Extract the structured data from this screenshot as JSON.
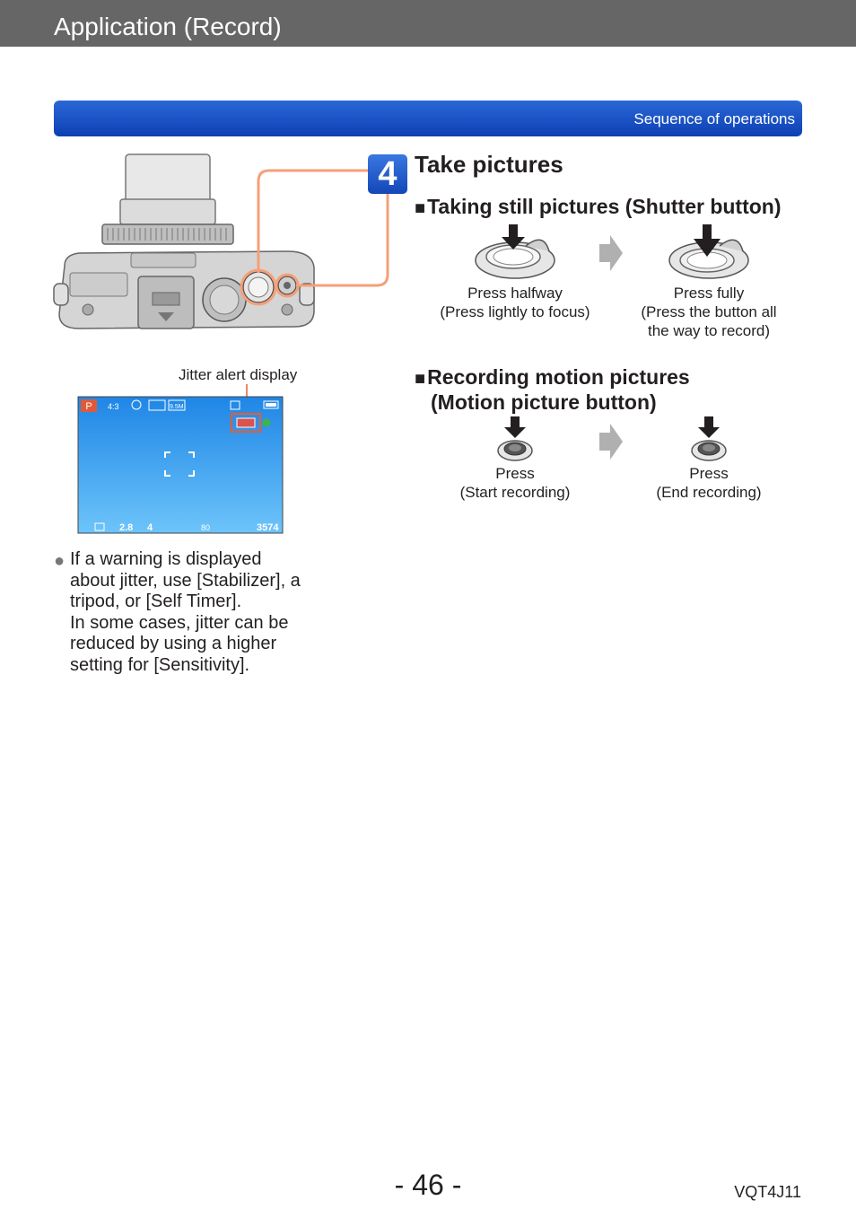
{
  "header": {
    "title": "Application (Record)",
    "color": "#666666"
  },
  "sequence_bar": {
    "label": "Sequence of operations",
    "color": "#1a4fc4"
  },
  "left": {
    "jitter_label": "Jitter alert display",
    "lcd": {
      "mode": "P",
      "aspect": "4:3",
      "size": "9.5M",
      "bottom_left": "2.8",
      "bottom_mid": "4",
      "iso": "80",
      "shots": "3574"
    },
    "note": {
      "lines": [
        "If a warning is displayed",
        "about jitter, use [Stabilizer], a",
        "tripod, or [Self Timer].",
        "In some cases, jitter can be",
        "reduced by using a higher",
        "setting for [Sensitivity]."
      ]
    }
  },
  "step": {
    "number": "4",
    "title": "Take pictures",
    "still": {
      "heading": "Taking still pictures (Shutter button)",
      "halfway": {
        "line1": "Press halfway",
        "line2": "(Press lightly to focus)"
      },
      "fully": {
        "line1": "Press fully",
        "line2": "(Press the button all",
        "line3": "the way to record)"
      }
    },
    "motion": {
      "heading_line1": "Recording motion pictures",
      "heading_line2": "(Motion picture button)",
      "start": {
        "line1": "Press",
        "line2": "(Start recording)"
      },
      "end": {
        "line1": "Press",
        "line2": "(End recording)"
      }
    }
  },
  "footer": {
    "page": "- 46 -",
    "code": "VQT4J11"
  },
  "icons": [
    "camera-illustration",
    "shutter-button-icon",
    "motion-button-icon",
    "arrow-right-icon",
    "down-arrow-icon",
    "bullet-icon",
    "square-bullet-icon"
  ],
  "colors": {
    "accent_orange": "#f5a07a",
    "badge_blue": "#1e56c8",
    "lcd_blue": "#3aa0f0"
  }
}
